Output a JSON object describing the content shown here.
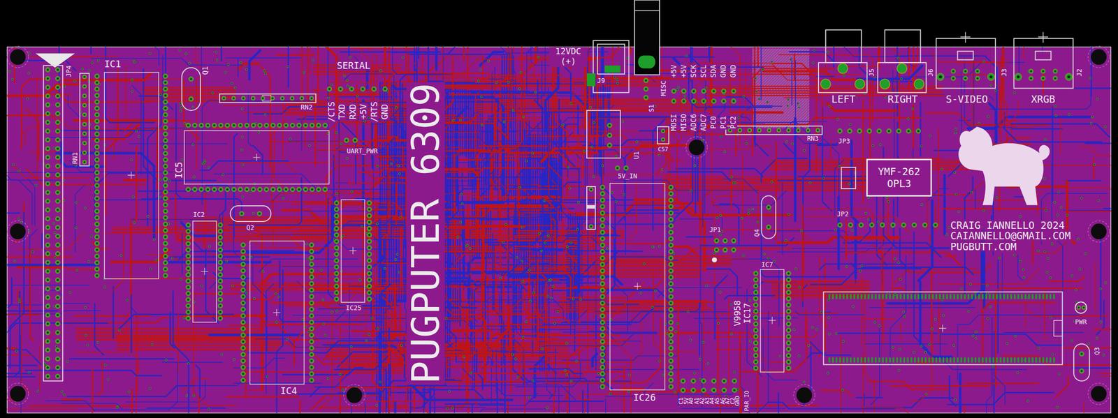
{
  "diagram": {
    "nodes": [
      {
        "text": [
          "IC1"
        ]
      },
      {
        "text": [
          "IC5"
        ]
      },
      {
        "text": [
          "IC2"
        ]
      },
      {
        "text": [
          "IC4"
        ]
      },
      {
        "text": [
          "IC25"
        ]
      },
      {
        "text": [
          "IC26"
        ]
      },
      {
        "text": [
          "YMF-262 OPL3"
        ]
      },
      {
        "text": [
          "IC7"
        ]
      }
    ],
    "labels": [
      "JP4",
      "RN1",
      "Q1",
      "RN2",
      "SERIAL",
      "/CTS",
      "TXD",
      "RXD",
      "+5V",
      "/RTS",
      "GND",
      "UART_PWR",
      "Q2",
      "PUGPUTER 6309",
      "12VDC (+)",
      "J9",
      "S1",
      "MISC",
      "+5V",
      "+5V",
      "SCK",
      "SCL",
      "SDA",
      "GND",
      "GND",
      "MOSI",
      "MISO",
      "ADC6",
      "ADC7",
      "PC0",
      "PC1",
      "PC2",
      "C57",
      "U1",
      "5V_IN",
      "JP1",
      "Q4",
      "RN3",
      "JP3",
      "LEFT",
      "J5",
      "RIGHT",
      "J6",
      "S-VIDEO",
      "J3",
      "XRGB",
      "J2",
      "JP2",
      "CRAIG IANNELLO 2024",
      "CAIANNELLO@GMAIL.COM",
      "PUGBUTT.COM",
      "V9958",
      "IC17",
      "PWR",
      "Q3",
      "C1",
      "5V",
      "A0",
      "A1",
      "A2",
      "A3",
      "A4",
      "A5",
      "A6",
      "A7",
      "C2",
      "GND",
      "PAR_IO"
    ]
  }
}
